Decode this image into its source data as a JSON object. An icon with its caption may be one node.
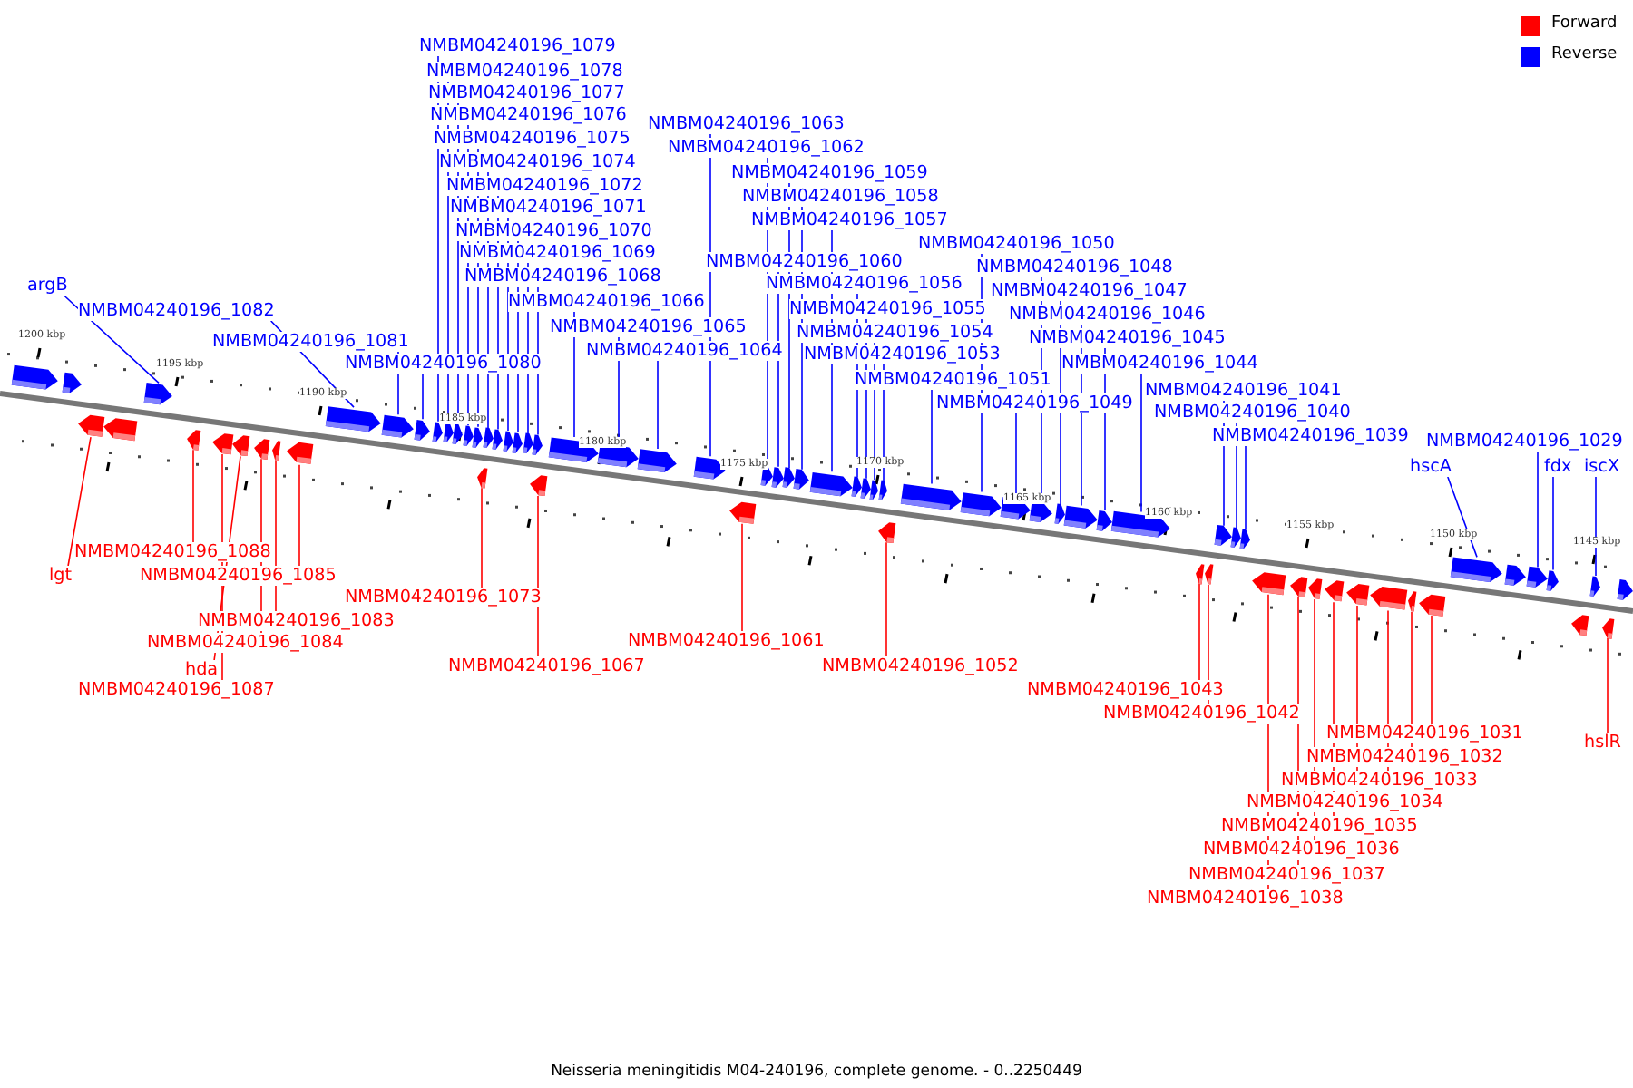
{
  "diagram": {
    "caption": "Neisseria meningitidis M04-240196, complete genome. - 0..2250449",
    "nodes": [
      {
        "text": [
          "NMBM04240196_1079"
        ]
      },
      {
        "text": [
          "NMBM04240196_1078"
        ]
      },
      {
        "text": [
          "NMBM04240196_1077"
        ]
      },
      {
        "text": [
          "NMBM04240196_1076"
        ]
      },
      {
        "text": [
          "NMBM04240196_1063"
        ]
      },
      {
        "text": [
          "NMBM04240196_1075"
        ]
      },
      {
        "text": [
          "NMBM04240196_1062"
        ]
      },
      {
        "text": [
          "NMBM04240196_1074"
        ]
      },
      {
        "text": [
          "NMBM04240196_1059"
        ]
      },
      {
        "text": [
          "NMBM04240196_1072"
        ]
      },
      {
        "text": [
          "NMBM04240196_1058"
        ]
      },
      {
        "text": [
          "NMBM04240196_1071"
        ]
      },
      {
        "text": [
          "NMBM04240196_1057"
        ]
      },
      {
        "text": [
          "NMBM04240196_1070"
        ]
      },
      {
        "text": [
          "NMBM04240196_1050"
        ]
      },
      {
        "text": [
          "NMBM04240196_1069"
        ]
      },
      {
        "text": [
          "NMBM04240196_1060"
        ]
      },
      {
        "text": [
          "NMBM04240196_1048"
        ]
      },
      {
        "text": [
          "NMBM04240196_1068"
        ]
      },
      {
        "text": [
          "NMBM04240196_1056"
        ]
      },
      {
        "text": [
          "argB"
        ]
      },
      {
        "text": [
          "NMBM04240196_1047"
        ]
      },
      {
        "text": [
          "NMBM04240196_1066"
        ]
      },
      {
        "text": [
          "NMBM04240196_1055"
        ]
      },
      {
        "text": [
          "NMBM04240196_1082"
        ]
      },
      {
        "text": [
          "NMBM04240196_1046"
        ]
      },
      {
        "text": [
          "NMBM04240196_1065"
        ]
      },
      {
        "text": [
          "NMBM04240196_1054"
        ]
      },
      {
        "text": [
          "NMBM04240196_1045"
        ]
      },
      {
        "text": [
          "NMBM04240196_1081"
        ]
      },
      {
        "text": [
          "NMBM04240196_1064"
        ]
      },
      {
        "text": [
          "NMBM04240196_1053"
        ]
      },
      {
        "text": [
          "NMBM04240196_1080"
        ]
      },
      {
        "text": [
          "NMBM04240196_1044"
        ]
      },
      {
        "text": [
          "NMBM04240196_1051"
        ]
      },
      {
        "text": [
          "NMBM04240196_1041"
        ]
      },
      {
        "text": [
          "NMBM04240196_1049"
        ]
      },
      {
        "text": [
          "NMBM04240196_1040"
        ]
      },
      {
        "text": [
          "NMBM04240196_1039"
        ]
      },
      {
        "text": [
          "NMBM04240196_1029"
        ]
      },
      {
        "text": [
          "hscA"
        ]
      },
      {
        "text": [
          "fdx"
        ]
      },
      {
        "text": [
          "iscX"
        ]
      },
      {
        "text": [
          "NMBM04240196_1088"
        ]
      },
      {
        "text": [
          "lgt"
        ]
      },
      {
        "text": [
          "NMBM04240196_1085"
        ]
      },
      {
        "text": [
          "NMBM04240196_1073"
        ]
      },
      {
        "text": [
          "NMBM04240196_1083"
        ]
      },
      {
        "text": [
          "NMBM04240196_1061"
        ]
      },
      {
        "text": [
          "NMBM04240196_1084"
        ]
      },
      {
        "text": [
          "NMBM04240196_1067"
        ]
      },
      {
        "text": [
          "NMBM04240196_1052"
        ]
      },
      {
        "text": [
          "hda"
        ]
      },
      {
        "text": [
          "NMBM04240196_1043"
        ]
      },
      {
        "text": [
          "NMBM04240196_1087"
        ]
      },
      {
        "text": [
          "NMBM04240196_1042"
        ]
      },
      {
        "text": [
          "NMBM04240196_1031"
        ]
      },
      {
        "text": [
          "hslR"
        ]
      },
      {
        "text": [
          "NMBM04240196_1032"
        ]
      },
      {
        "text": [
          "NMBM04240196_1033"
        ]
      },
      {
        "text": [
          "NMBM04240196_1034"
        ]
      },
      {
        "text": [
          "NMBM04240196_1035"
        ]
      },
      {
        "text": [
          "NMBM04240196_1036"
        ]
      },
      {
        "text": [
          "NMBM04240196_1037"
        ]
      },
      {
        "text": [
          "NMBM04240196_1038"
        ]
      },
      {
        "text": [],
        "shape": "arrow"
      },
      {
        "text": [],
        "shape": "arrow"
      },
      {
        "text": [],
        "shape": "arrow"
      },
      {
        "text": [],
        "shape": "arrow"
      },
      {
        "text": [],
        "shape": "arrow"
      },
      {
        "text": [],
        "shape": "arrow"
      },
      {
        "text": [],
        "shape": "arrow"
      },
      {
        "text": [],
        "shape": "arrow"
      },
      {
        "text": [],
        "shape": "arrow"
      },
      {
        "text": [],
        "shape": "arrow"
      },
      {
        "text": [],
        "shape": "arrow"
      },
      {
        "text": [],
        "shape": "arrow"
      },
      {
        "text": [],
        "shape": "arrow"
      },
      {
        "text": [],
        "shape": "arrow"
      },
      {
        "text": [],
        "shape": "arrow"
      },
      {
        "text": [],
        "shape": "arrow"
      },
      {
        "text": [],
        "shape": "arrow"
      },
      {
        "text": [],
        "shape": "arrow"
      },
      {
        "text": [],
        "shape": "arrow"
      },
      {
        "text": [],
        "shape": "arrow"
      },
      {
        "text": [],
        "shape": "arrow"
      },
      {
        "text": [],
        "shape": "arrow"
      },
      {
        "text": [],
        "shape": "arrow"
      },
      {
        "text": [],
        "shape": "arrow"
      },
      {
        "text": [],
        "shape": "arrow"
      },
      {
        "text": [],
        "shape": "arrow"
      },
      {
        "text": [],
        "shape": "arrow"
      },
      {
        "text": [],
        "shape": "arrow"
      },
      {
        "text": [],
        "shape": "arrow"
      },
      {
        "text": [],
        "shape": "arrow"
      },
      {
        "text": [],
        "shape": "arrow"
      },
      {
        "text": [],
        "shape": "arrow"
      },
      {
        "text": [],
        "shape": "arrow"
      },
      {
        "text": [],
        "shape": "arrow"
      },
      {
        "text": [],
        "shape": "arrow"
      },
      {
        "text": [],
        "shape": "arrow"
      },
      {
        "text": [],
        "shape": "arrow"
      },
      {
        "text": [],
        "shape": "arrow"
      },
      {
        "text": [],
        "shape": "arrow"
      },
      {
        "text": [],
        "shape": "arrow"
      },
      {
        "text": [],
        "shape": "arrow"
      },
      {
        "text": [],
        "shape": "arrow"
      },
      {
        "text": [],
        "shape": "arrow"
      },
      {
        "text": [],
        "shape": "arrow"
      },
      {
        "text": [],
        "shape": "arrow"
      },
      {
        "text": [],
        "shape": "arrow"
      },
      {
        "text": [],
        "shape": "arrow"
      },
      {
        "text": [],
        "shape": "arrow"
      },
      {
        "text": [],
        "shape": "arrow"
      },
      {
        "text": [],
        "shape": "arrow"
      },
      {
        "text": [],
        "shape": "arrow"
      },
      {
        "text": [],
        "shape": "arrow"
      },
      {
        "text": [],
        "shape": "arrow"
      },
      {
        "text": [],
        "shape": "arrow"
      },
      {
        "text": [],
        "shape": "arrow"
      },
      {
        "text": [],
        "shape": "arrow"
      },
      {
        "text": [],
        "shape": "arrow"
      },
      {
        "text": [],
        "shape": "arrow"
      },
      {
        "text": [],
        "shape": "arrow"
      },
      {
        "text": [],
        "shape": "arrow"
      },
      {
        "text": [],
        "shape": "arrow"
      },
      {
        "text": [],
        "shape": "arrow"
      },
      {
        "text": [],
        "shape": "arrow"
      },
      {
        "text": [],
        "shape": "arrow"
      },
      {
        "text": [],
        "shape": "arrow"
      },
      {
        "text": [],
        "shape": "arrow"
      },
      {
        "text": [],
        "shape": "arrow"
      },
      {
        "text": [],
        "shape": "arrow"
      },
      {
        "text": [],
        "shape": "arrow"
      },
      {
        "text": [],
        "shape": "arrow"
      },
      {
        "text": [],
        "shape": "arrow"
      }
    ],
    "edges": [
      {
        "from": 0,
        "to": 79,
        "arrow": "none"
      },
      {
        "from": 1,
        "to": 80,
        "arrow": "none"
      },
      {
        "from": 2,
        "to": 81,
        "arrow": "none"
      },
      {
        "from": 3,
        "to": 82,
        "arrow": "none"
      },
      {
        "from": 4,
        "to": 95,
        "arrow": "none"
      },
      {
        "from": 5,
        "to": 83,
        "arrow": "none"
      },
      {
        "from": 6,
        "to": 97,
        "arrow": "none"
      },
      {
        "from": 7,
        "to": 84,
        "arrow": "none"
      },
      {
        "from": 8,
        "to": 99,
        "arrow": "none"
      },
      {
        "from": 9,
        "to": 85,
        "arrow": "none"
      },
      {
        "from": 10,
        "to": 100,
        "arrow": "none"
      },
      {
        "from": 11,
        "to": 86,
        "arrow": "none"
      },
      {
        "from": 12,
        "to": 101,
        "arrow": "none"
      },
      {
        "from": 13,
        "to": 87,
        "arrow": "none"
      },
      {
        "from": 14,
        "to": 108,
        "arrow": "none"
      },
      {
        "from": 15,
        "to": 88,
        "arrow": "none"
      },
      {
        "from": 16,
        "to": 98,
        "arrow": "none"
      },
      {
        "from": 17,
        "to": 110,
        "arrow": "none"
      },
      {
        "from": 18,
        "to": 89,
        "arrow": "none"
      },
      {
        "from": 19,
        "to": 102,
        "arrow": "none"
      },
      {
        "from": 20,
        "to": 69,
        "arrow": "none"
      },
      {
        "from": 21,
        "to": 111,
        "arrow": "none"
      },
      {
        "from": 22,
        "to": 92,
        "arrow": "none"
      },
      {
        "from": 23,
        "to": 103,
        "arrow": "none"
      },
      {
        "from": 24,
        "to": 76,
        "arrow": "none"
      },
      {
        "from": 25,
        "to": 112,
        "arrow": "none"
      },
      {
        "from": 26,
        "to": 93,
        "arrow": "none"
      },
      {
        "from": 27,
        "to": 104,
        "arrow": "none"
      },
      {
        "from": 28,
        "to": 113,
        "arrow": "none"
      },
      {
        "from": 29,
        "to": 77,
        "arrow": "none"
      },
      {
        "from": 30,
        "to": 94,
        "arrow": "none"
      },
      {
        "from": 31,
        "to": 106,
        "arrow": "none"
      },
      {
        "from": 32,
        "to": 78,
        "arrow": "none"
      },
      {
        "from": 33,
        "to": 114,
        "arrow": "none"
      },
      {
        "from": 34,
        "to": 107,
        "arrow": "none"
      },
      {
        "from": 35,
        "to": 117,
        "arrow": "none"
      },
      {
        "from": 36,
        "to": 109,
        "arrow": "none"
      },
      {
        "from": 37,
        "to": 118,
        "arrow": "none"
      },
      {
        "from": 38,
        "to": 119,
        "arrow": "none"
      },
      {
        "from": 39,
        "to": 130,
        "arrow": "none"
      },
      {
        "from": 40,
        "to": 128,
        "arrow": "none"
      },
      {
        "from": 41,
        "to": 131,
        "arrow": "none"
      },
      {
        "from": 42,
        "to": 133,
        "arrow": "none"
      },
      {
        "from": 43,
        "to": 70,
        "arrow": "none",
        "color": "#ff0000"
      },
      {
        "from": 44,
        "to": 67,
        "arrow": "none",
        "color": "#ff0000"
      },
      {
        "from": 45,
        "to": 75,
        "arrow": "none",
        "color": "#ff0000"
      },
      {
        "from": 46,
        "to": 90,
        "arrow": "none",
        "color": "#ff0000"
      },
      {
        "from": 47,
        "to": 74,
        "arrow": "none",
        "color": "#ff0000"
      },
      {
        "from": 48,
        "to": 96,
        "arrow": "none",
        "color": "#ff0000"
      },
      {
        "from": 49,
        "to": 73,
        "arrow": "none",
        "color": "#ff0000"
      },
      {
        "from": 50,
        "to": 91,
        "arrow": "none",
        "color": "#ff0000"
      },
      {
        "from": 51,
        "to": 105,
        "arrow": "none",
        "color": "#ff0000"
      },
      {
        "from": 52,
        "to": 72,
        "arrow": "none",
        "color": "#ff0000"
      },
      {
        "from": 53,
        "to": 115,
        "arrow": "none",
        "color": "#ff0000"
      },
      {
        "from": 54,
        "to": 71,
        "arrow": "none",
        "color": "#ff0000"
      },
      {
        "from": 55,
        "to": 116,
        "arrow": "none",
        "color": "#ff0000"
      },
      {
        "from": 56,
        "to": 127,
        "arrow": "none",
        "color": "#ff0000"
      },
      {
        "from": 57,
        "to": 134,
        "arrow": "none",
        "color": "#ff0000"
      },
      {
        "from": 58,
        "to": 126,
        "arrow": "none",
        "color": "#ff0000"
      },
      {
        "from": 59,
        "to": 125,
        "arrow": "none",
        "color": "#ff0000"
      },
      {
        "from": 60,
        "to": 124,
        "arrow": "none",
        "color": "#ff0000"
      },
      {
        "from": 61,
        "to": 123,
        "arrow": "none",
        "color": "#ff0000"
      },
      {
        "from": 62,
        "to": 122,
        "arrow": "none",
        "color": "#ff0000"
      },
      {
        "from": 63,
        "to": 121,
        "arrow": "none",
        "color": "#ff0000"
      },
      {
        "from": 64,
        "to": 120,
        "arrow": "none",
        "color": "#ff0000"
      }
    ],
    "labels": [
      "1200 kbp",
      "1195 kbp",
      "1190 kbp",
      "1185 kbp",
      "1180 kbp",
      "1175 kbp",
      "1170 kbp",
      "1165 kbp",
      "1160 kbp",
      "1155 kbp",
      "1150 kbp",
      "1145 kbp"
    ],
    "legend": [
      {
        "text": "Forward",
        "color": "#ff0000"
      },
      {
        "text": "Reverse",
        "color": "#0000ff"
      }
    ]
  }
}
